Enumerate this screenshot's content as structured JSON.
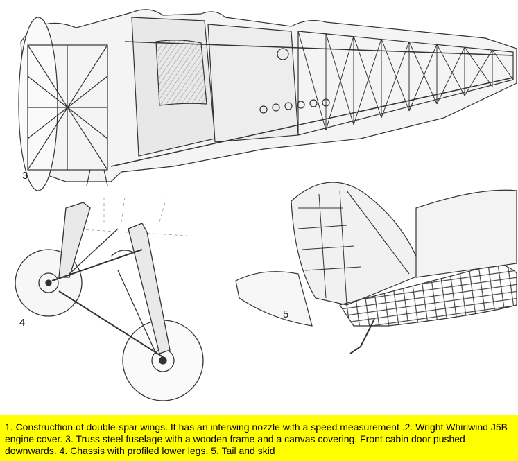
{
  "figure": {
    "labels": {
      "fuselage": "3",
      "chassis": "4",
      "tail": "5"
    }
  },
  "caption": {
    "text": "1. Constructtion of double-spar wings. It has an interwing nozzle with a speed measurement .2. Wright Whiriwind J5B engine cover. 3. Truss steel fuselage with a wooden frame and a canvas covering. Front cabin door pushed downwards. 4. Chassis with profiled lower legs. 5. Tail and skid"
  },
  "colors": {
    "caption_background": "#ffff00",
    "ink": "#3a3a3a"
  }
}
